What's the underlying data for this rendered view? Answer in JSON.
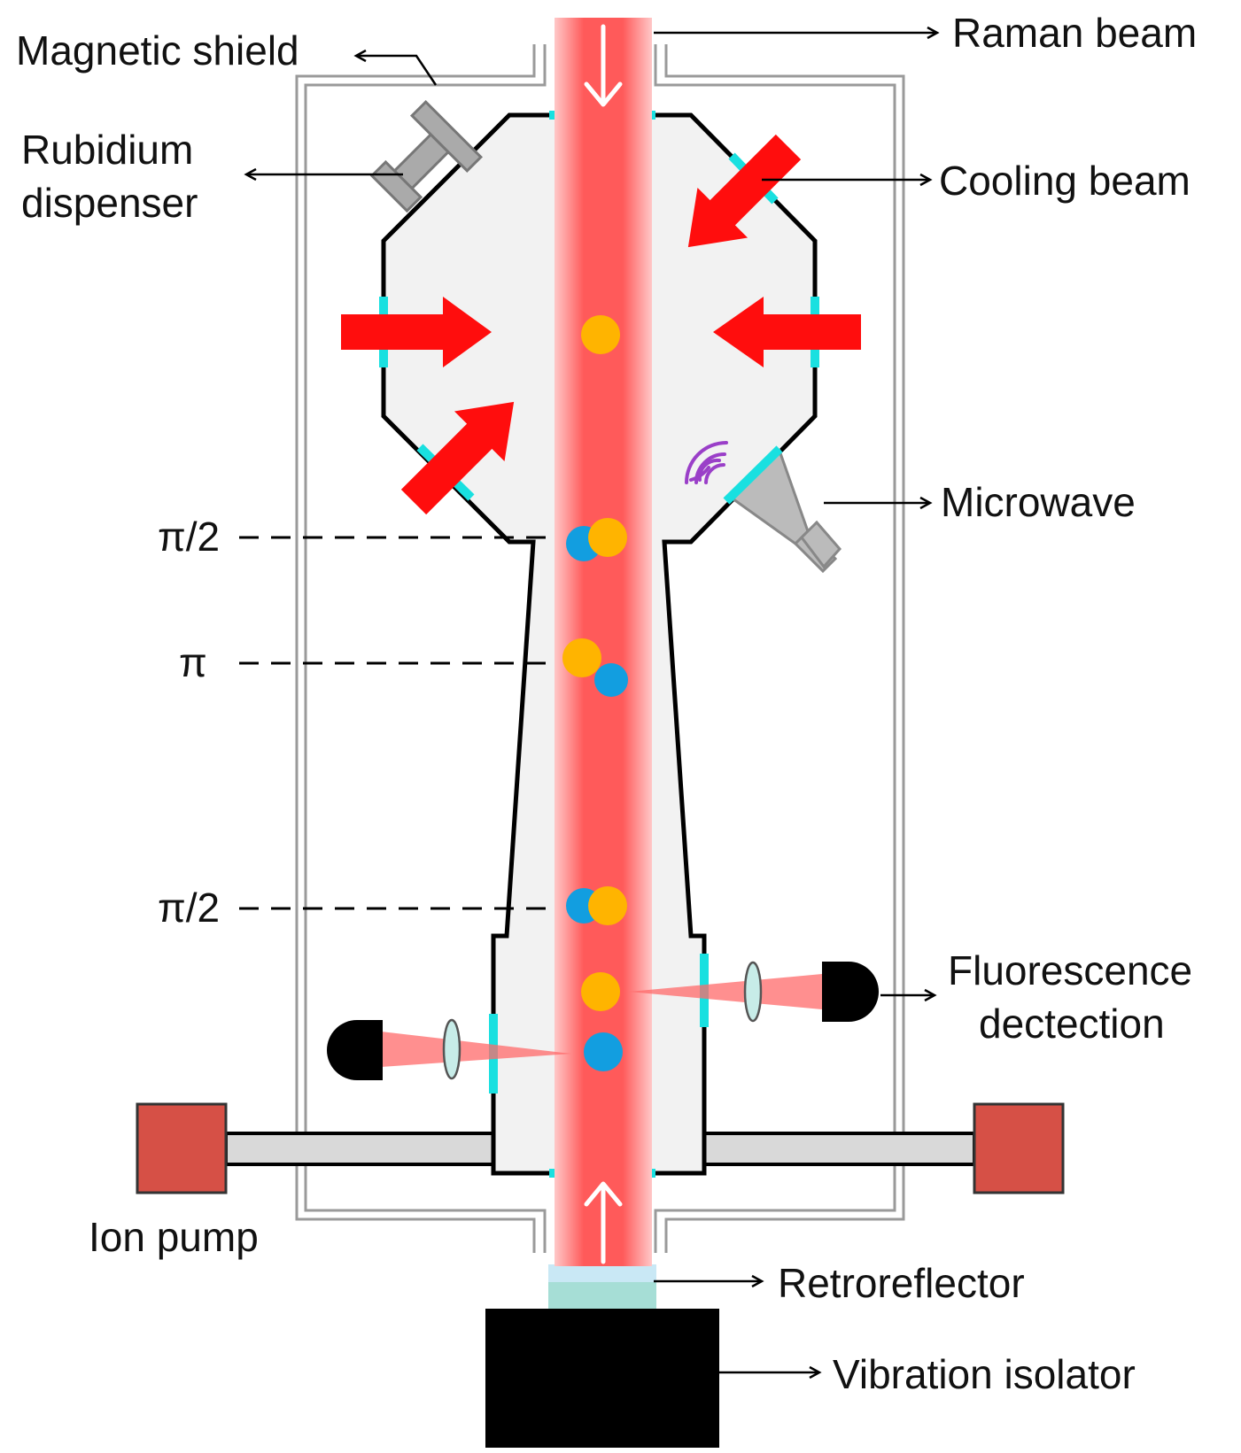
{
  "labels": {
    "magnetic_shield": "Magnetic shield",
    "raman_beam": "Raman beam",
    "rubidium_line1": "Rubidium",
    "rubidium_line2": "dispenser",
    "cooling_beam": "Cooling beam",
    "microwave": "Microwave",
    "pulse_pi2_top": "π/2",
    "pulse_pi": "π",
    "pulse_pi2_bottom": "π/2",
    "fluorescence_line1": "Fluorescence",
    "fluorescence_line2": "dectection",
    "ion_pump": "Ion pump",
    "retroreflector": "Retroreflector",
    "vibration_isolator": "Vibration isolator"
  },
  "colors": {
    "chamber_fill": "#f2f2f2",
    "chamber_outline": "#000000",
    "shield": "#9a9a9a",
    "laser_beam": "#ff5a5a",
    "cooling_arrow": "#ff0d0d",
    "window": "#19e0e0",
    "atom_state_a": "#ffb400",
    "atom_state_b": "#129ee0",
    "ion_pump": "#d65046",
    "microwave_horn": "#bbbbbb",
    "microwave_wave": "#9a3fc8",
    "retroreflector": "#a6ded6",
    "vibration_isolator": "#000000"
  },
  "icons": {
    "dispenser": "rubidium-dispenser-icon",
    "horn": "microwave-horn-icon",
    "detector": "photodetector-icon",
    "lens": "lens-icon"
  }
}
